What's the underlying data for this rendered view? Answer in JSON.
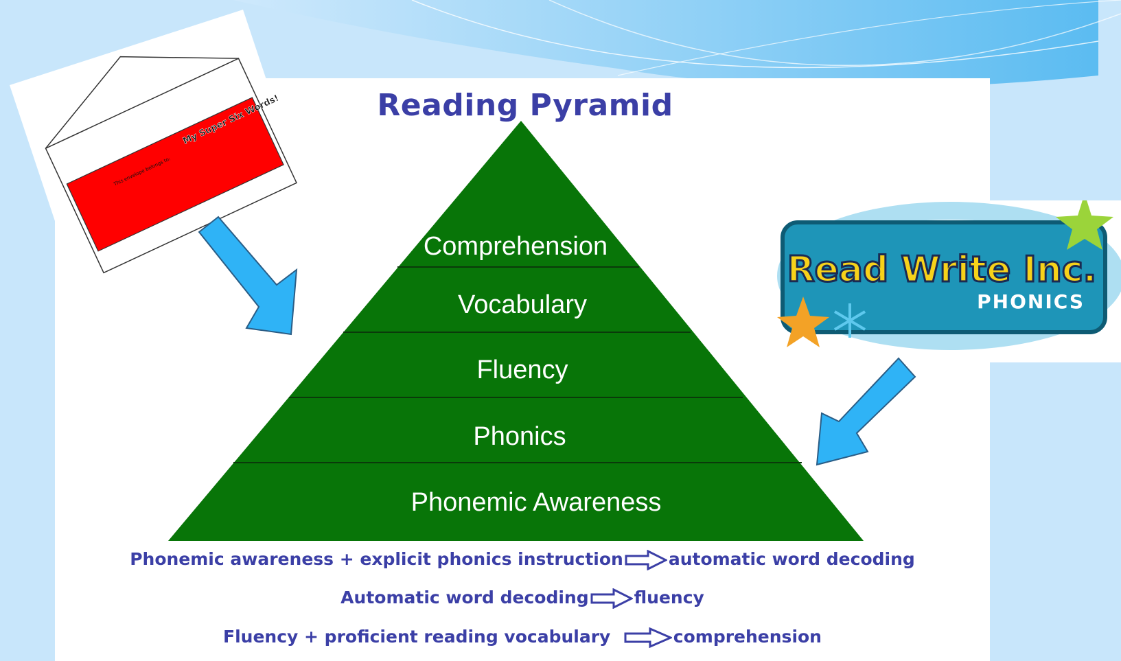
{
  "slide": {
    "title": "Reading Pyramid",
    "pyramid_layers": [
      "Comprehension",
      "Vocabulary",
      "Fluency",
      "Phonics",
      "Phonemic Awareness"
    ],
    "formulas": [
      {
        "left": "Phonemic awareness + explicit phonics instruction",
        "right": "automatic word decoding"
      },
      {
        "left": "Automatic word decoding",
        "right": "fluency"
      },
      {
        "left": "Fluency + proficient reading vocabulary",
        "right": "comprehension"
      }
    ],
    "envelope": {
      "heading": "My Super Six Words!",
      "belongs_text": "This envelope belongs to:"
    },
    "logo": {
      "name": "Read Write Inc.",
      "sub": "PHONICS"
    }
  },
  "colors": {
    "pyramid_green": "#087508",
    "title_blue": "#3b3fa6",
    "arrow_blue": "#2fb3f6",
    "envelope_red": "#ff0000",
    "background": "#c8e6fb"
  }
}
